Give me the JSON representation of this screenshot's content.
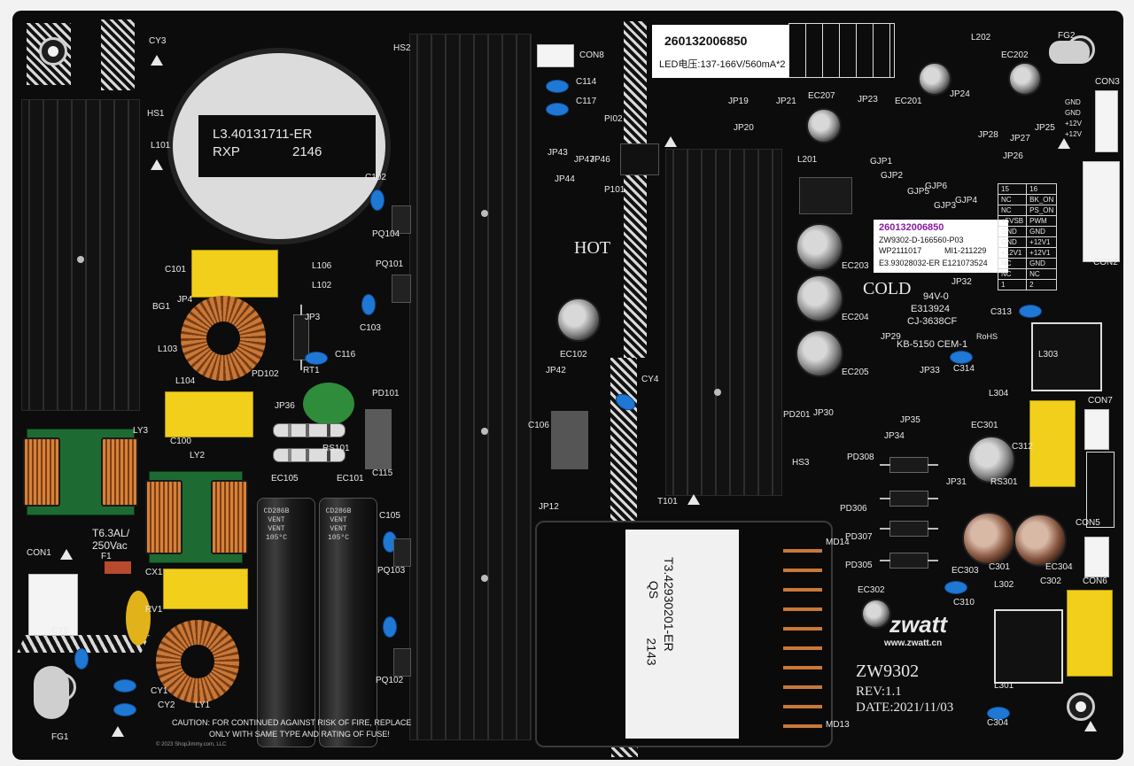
{
  "stickers": {
    "top_code": "260132006850",
    "top_spec": "LED电压:137-166V/560mA*2",
    "mid_code": "260132006850",
    "mid_line1": "ZW9302-D-166560-P03",
    "mid_line2a": "WP2111017",
    "mid_line2b": "MI1-211229",
    "mid_line3": "E3.93028032-ER E121073524",
    "transformer_left_line1": "L3.40131711-ER",
    "transformer_left_line2a": "RXP",
    "transformer_left_line2b": "2146",
    "transformer_bottom_line1": "T3.42930201-ER",
    "transformer_bottom_line2a": "QS",
    "transformer_bottom_line2b": "2143"
  },
  "board": {
    "model": "ZW9302",
    "rev": "REV:1.1",
    "date": "DATE:2021/11/03",
    "brand": "zwatt",
    "url": "www.zwatt.cn",
    "hot": "HOT",
    "cold": "COLD",
    "fuse_rating_1": "T6.3AL/",
    "fuse_rating_2": "250Vac",
    "caution_1": "CAUTION: FOR CONTINUED AGAINST RISK OF FIRE, REPLACE",
    "caution_2": "ONLY WITH SAME TYPE  AND   RATING OF FUSE!",
    "ul_1": "94V-0",
    "ul_2": "E313924",
    "ul_3": "CJ-3638CF",
    "ul_4": "KB-5150 CEM-1",
    "rohs": "RoHS",
    "copyright": "© 2023 ShopJimmy.com, LLC"
  },
  "cap_text": "CD286B VENT VENT 105°C",
  "pin_table": {
    "header": [
      "15",
      "16"
    ],
    "rows": [
      [
        "NC",
        "BK_ON"
      ],
      [
        "NC",
        "PS_ON"
      ],
      [
        "+5VSB",
        "PWM"
      ],
      [
        "GND",
        "GND"
      ],
      [
        "GND",
        "+12V1"
      ],
      [
        "+12V1",
        "+12V1"
      ],
      [
        "NC",
        "GND"
      ],
      [
        "NC",
        "NC"
      ],
      [
        "1",
        "2"
      ]
    ]
  },
  "con3_pins": [
    "GND",
    "GND",
    "+12V",
    "+12V"
  ],
  "refs": [
    {
      "t": "HS1"
    },
    {
      "t": "HS2"
    },
    {
      "t": "HS3"
    },
    {
      "t": "CY3"
    },
    {
      "t": "L101"
    },
    {
      "t": "BG1"
    },
    {
      "t": "C101"
    },
    {
      "t": "JP4"
    },
    {
      "t": "L103"
    },
    {
      "t": "L104"
    },
    {
      "t": "LY3"
    },
    {
      "t": "C100"
    },
    {
      "t": "LY2"
    },
    {
      "t": "CON1"
    },
    {
      "t": "F1"
    },
    {
      "t": "CX1"
    },
    {
      "t": "RV1"
    },
    {
      "t": "CY5"
    },
    {
      "t": "CY1"
    },
    {
      "t": "CY2"
    },
    {
      "t": "LY1"
    },
    {
      "t": "FG1"
    },
    {
      "t": "C102"
    },
    {
      "t": "PQ104"
    },
    {
      "t": "PQ101"
    },
    {
      "t": "L106"
    },
    {
      "t": "L102"
    },
    {
      "t": "C103"
    },
    {
      "t": "JP3"
    },
    {
      "t": "C116"
    },
    {
      "t": "RT1"
    },
    {
      "t": "PD102"
    },
    {
      "t": "PD101"
    },
    {
      "t": "JP36"
    },
    {
      "t": "RS101"
    },
    {
      "t": "C115"
    },
    {
      "t": "EC105"
    },
    {
      "t": "EC101"
    },
    {
      "t": "C105"
    },
    {
      "t": "PQ103"
    },
    {
      "t": "PQ102"
    },
    {
      "t": "CON8"
    },
    {
      "t": "C114"
    },
    {
      "t": "C117"
    },
    {
      "t": "JP43"
    },
    {
      "t": "JP44"
    },
    {
      "t": "JP47"
    },
    {
      "t": "JP46"
    },
    {
      "t": "PI02"
    },
    {
      "t": "P101"
    },
    {
      "t": "EC102"
    },
    {
      "t": "JP42"
    },
    {
      "t": "CY4"
    },
    {
      "t": "C106"
    },
    {
      "t": "JP12"
    },
    {
      "t": "T101"
    },
    {
      "t": "JP19"
    },
    {
      "t": "JP20"
    },
    {
      "t": "JP21"
    },
    {
      "t": "EC207"
    },
    {
      "t": "L201"
    },
    {
      "t": "EC203"
    },
    {
      "t": "EC204"
    },
    {
      "t": "EC205"
    },
    {
      "t": "PD201"
    },
    {
      "t": "JP30"
    },
    {
      "t": "JP23"
    },
    {
      "t": "L202"
    },
    {
      "t": "EC202"
    },
    {
      "t": "EC201"
    },
    {
      "t": "JP24"
    },
    {
      "t": "JP28"
    },
    {
      "t": "JP27"
    },
    {
      "t": "JP26"
    },
    {
      "t": "JP25"
    },
    {
      "t": "FG2"
    },
    {
      "t": "CON3"
    },
    {
      "t": "CON2"
    },
    {
      "t": "GJP1"
    },
    {
      "t": "GJP2"
    },
    {
      "t": "GJP3"
    },
    {
      "t": "GJP4"
    },
    {
      "t": "GJP5"
    },
    {
      "t": "GJP6"
    },
    {
      "t": "JP32"
    },
    {
      "t": "JP29"
    },
    {
      "t": "JP33"
    },
    {
      "t": "C313"
    },
    {
      "t": "C314"
    },
    {
      "t": "L303"
    },
    {
      "t": "L304"
    },
    {
      "t": "CON7"
    },
    {
      "t": "EC301"
    },
    {
      "t": "C312"
    },
    {
      "t": "JP35"
    },
    {
      "t": "JP34"
    },
    {
      "t": "PD308"
    },
    {
      "t": "JP31"
    },
    {
      "t": "RS301"
    },
    {
      "t": "PD306"
    },
    {
      "t": "PD307"
    },
    {
      "t": "PD305"
    },
    {
      "t": "CON5"
    },
    {
      "t": "EC303"
    },
    {
      "t": "C301"
    },
    {
      "t": "EC304"
    },
    {
      "t": "CON6"
    },
    {
      "t": "C310"
    },
    {
      "t": "EC302"
    },
    {
      "t": "L302"
    },
    {
      "t": "C302"
    },
    {
      "t": "L301"
    },
    {
      "t": "C304"
    },
    {
      "t": "MD14"
    },
    {
      "t": "MD13"
    }
  ]
}
